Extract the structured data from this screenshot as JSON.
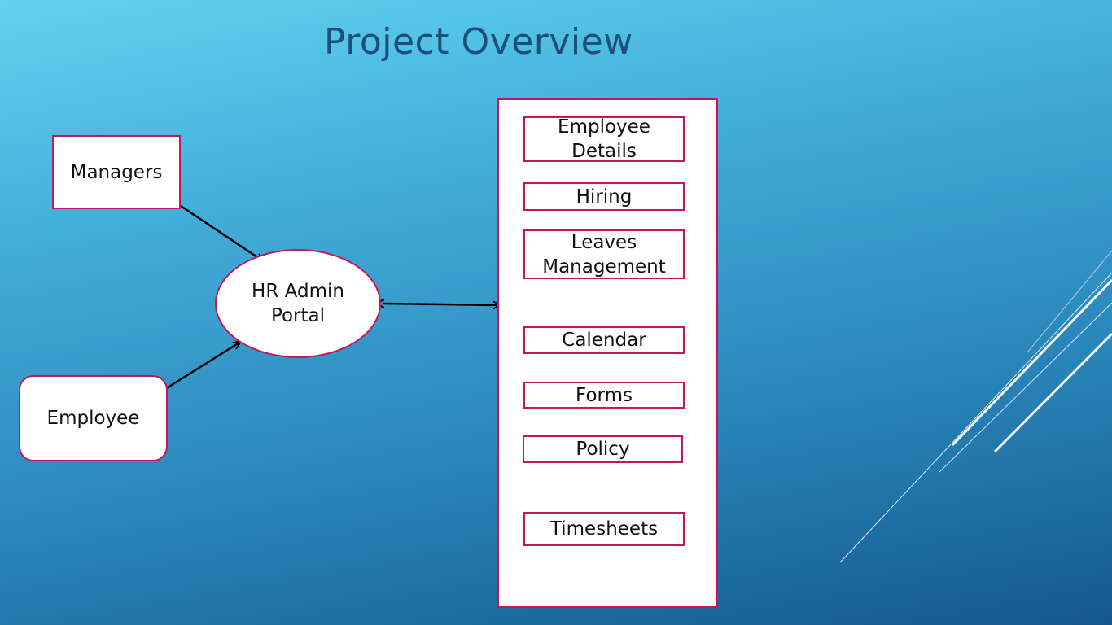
{
  "slide": {
    "title": "Project Overview"
  },
  "diagram": {
    "actors": {
      "managers": "Managers",
      "employee": "Employee"
    },
    "portal": {
      "line1": "HR Admin",
      "line2": "Portal"
    },
    "modules": {
      "employee_details_line1": "Employee",
      "employee_details_line2": "Details",
      "hiring": "Hiring",
      "leaves_line1": "Leaves",
      "leaves_line2": "Management",
      "calendar": "Calendar",
      "forms": "Forms",
      "policy": "Policy",
      "timesheets": "Timesheets"
    }
  },
  "colors": {
    "node_border": "#c2185b",
    "title_text": "#1c4f7a",
    "arrow": "#000000",
    "background_top": "#5fd3ef",
    "background_bottom": "#14598f"
  }
}
